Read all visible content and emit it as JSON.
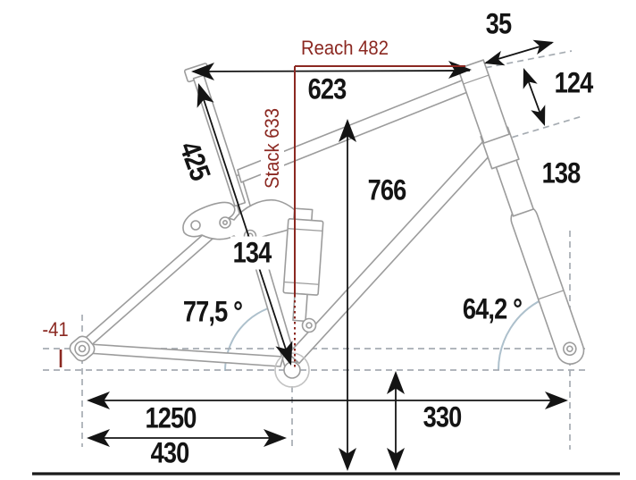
{
  "diagram": {
    "type": "mountain-bike frame geometry drawing",
    "colors": {
      "dimension_text": "#141414",
      "accent_red": "#8b2821",
      "frame_gray": "#9c9c9c",
      "dash_gray": "#a6acb2",
      "angle_arc_blue": "#adc0cc",
      "background": "#ffffff"
    },
    "labels": {
      "reach": "Reach 482",
      "stack": "Stack 633",
      "top_tube": "623",
      "standover": "766",
      "seat_tube": "425",
      "link": "134",
      "stem": "35",
      "head_tube": "124",
      "fork": "138",
      "seat_angle": "77,5 °",
      "head_angle": "64,2 °",
      "bb_drop": "-41",
      "wheelbase": "1250",
      "chainstay": "430",
      "bb_height": "330"
    }
  }
}
